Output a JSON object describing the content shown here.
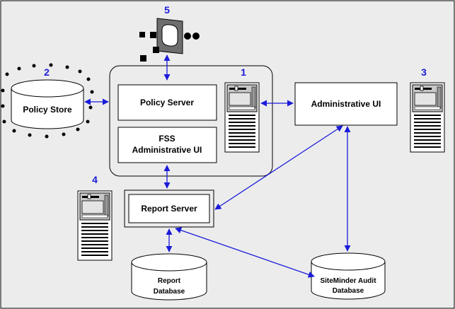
{
  "diagram": {
    "colors": {
      "background": "#ececec",
      "box_fill": "#ffffff",
      "arrow": "#1a1adb",
      "number": "#1a1adb",
      "server_gray": "#c8c8c8"
    },
    "callouts": [
      "1",
      "2",
      "3",
      "4",
      "5"
    ],
    "nodes": {
      "policy_store": "Policy Store",
      "policy_server": "Policy Server",
      "fss_admin_line1": "FSS",
      "fss_admin_line2": "Administrative UI",
      "administrative_ui": "Administrative UI",
      "report_server": "Report Server",
      "report_db_line1": "Report",
      "report_db_line2": "Database",
      "audit_db_line1": "SiteMinder Audit",
      "audit_db_line2": "Database"
    },
    "icons": {
      "server": "server-tower-icon",
      "agent": "web-agent-icon",
      "database": "cylinder-database-icon"
    }
  }
}
